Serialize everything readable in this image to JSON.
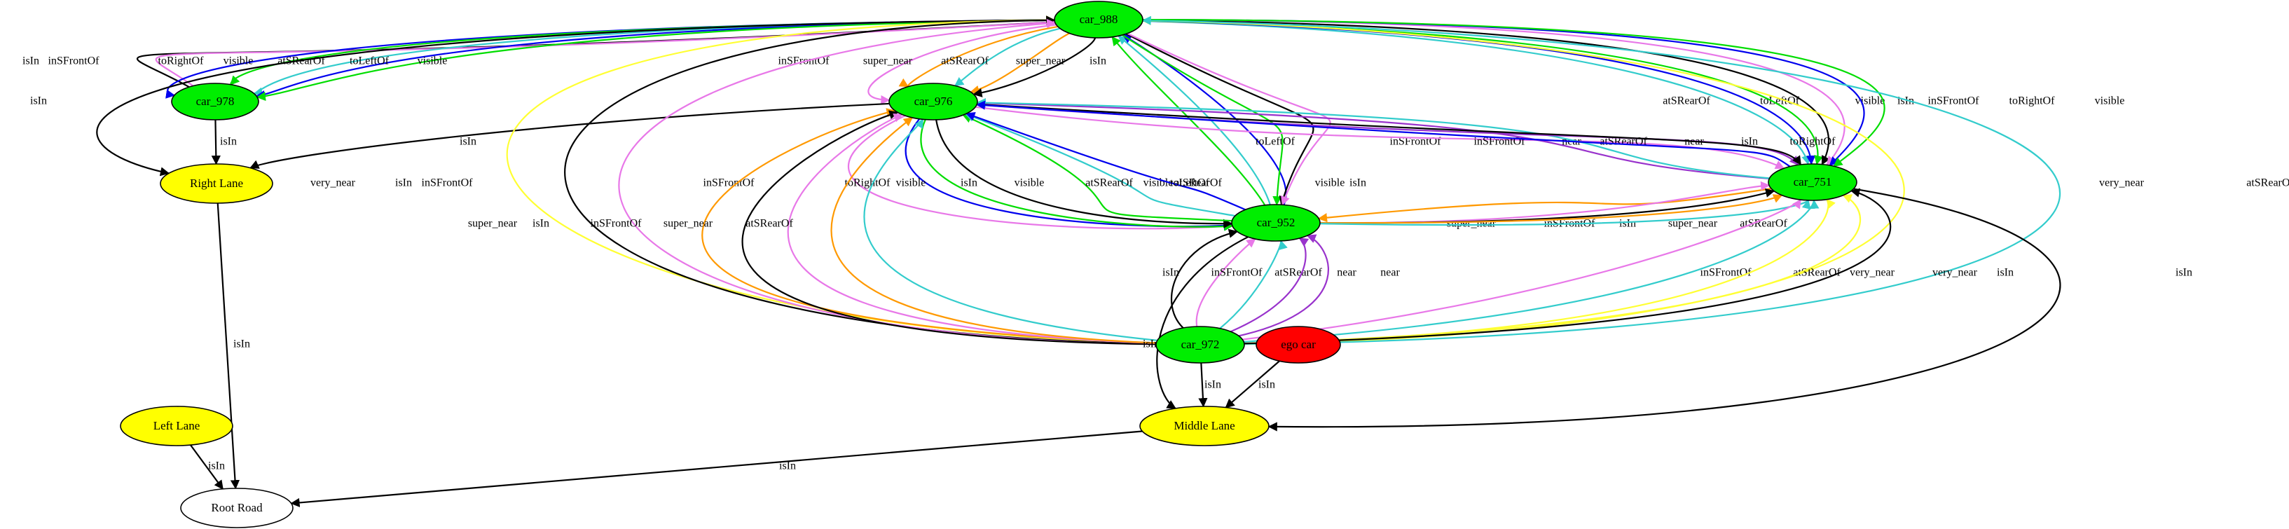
{
  "graph": {
    "colors": {
      "isIn": "#000000",
      "visible": "#00dd00",
      "toLeftOf": "#0000ee",
      "toRightOf": "#0000ee",
      "inSFrontOf": "#e878e8",
      "atSRearOf": "#33cccc",
      "super_near": "#ff9900",
      "near": "#9933cc",
      "very_near": "#ffff33"
    },
    "nodes": [
      {
        "id": "car_988",
        "label": "car_988",
        "fill": "#00ee00"
      },
      {
        "id": "car_978",
        "label": "car_978",
        "fill": "#00ee00"
      },
      {
        "id": "car_976",
        "label": "car_976",
        "fill": "#00ee00"
      },
      {
        "id": "car_751",
        "label": "car_751",
        "fill": "#00ee00"
      },
      {
        "id": "car_952",
        "label": "car_952",
        "fill": "#00ee00"
      },
      {
        "id": "car_972",
        "label": "car_972",
        "fill": "#00ee00"
      },
      {
        "id": "ego_car",
        "label": "ego car",
        "fill": "#ff0000"
      },
      {
        "id": "right_lane",
        "label": "Right Lane",
        "fill": "#ffff00"
      },
      {
        "id": "left_lane",
        "label": "Left Lane",
        "fill": "#ffff00"
      },
      {
        "id": "middle_lane",
        "label": "Middle Lane",
        "fill": "#ffff00"
      },
      {
        "id": "root_road",
        "label": "Root Road",
        "fill": "#ffffff"
      }
    ],
    "edges": [
      {
        "source": "car_978",
        "target": "car_988",
        "label": "isIn"
      },
      {
        "source": "car_978",
        "target": "car_988",
        "label": "inSFrontOf"
      },
      {
        "source": "car_988",
        "target": "car_978",
        "label": "toRightOf"
      },
      {
        "source": "car_988",
        "target": "car_978",
        "label": "visible"
      },
      {
        "source": "car_988",
        "target": "car_978",
        "label": "atSRearOf"
      },
      {
        "source": "car_988",
        "target": "car_978",
        "label": "toLeftOf"
      },
      {
        "source": "car_988",
        "target": "car_978",
        "label": "visible"
      },
      {
        "source": "car_988",
        "target": "right_lane",
        "label": "isIn"
      },
      {
        "source": "car_978",
        "target": "right_lane",
        "label": "isIn"
      },
      {
        "source": "car_988",
        "target": "car_976",
        "label": "inSFrontOf"
      },
      {
        "source": "car_988",
        "target": "car_976",
        "label": "super_near"
      },
      {
        "source": "car_988",
        "target": "car_976",
        "label": "atSRearOf"
      },
      {
        "source": "car_988",
        "target": "car_976",
        "label": "super_near"
      },
      {
        "source": "car_988",
        "target": "car_976",
        "label": "isIn"
      },
      {
        "source": "car_976",
        "target": "right_lane",
        "label": "isIn"
      },
      {
        "source": "car_988",
        "target": "car_751",
        "label": "atSRearOf"
      },
      {
        "source": "car_988",
        "target": "car_751",
        "label": "toLeftOf"
      },
      {
        "source": "car_988",
        "target": "car_751",
        "label": "visible"
      },
      {
        "source": "car_988",
        "target": "car_751",
        "label": "isIn"
      },
      {
        "source": "car_988",
        "target": "car_751",
        "label": "inSFrontOf"
      },
      {
        "source": "car_988",
        "target": "car_751",
        "label": "toRightOf"
      },
      {
        "source": "car_988",
        "target": "car_751",
        "label": "visible"
      },
      {
        "source": "car_952",
        "target": "car_988",
        "label": "visible"
      },
      {
        "source": "car_952",
        "target": "car_988",
        "label": "atSRearOf"
      },
      {
        "source": "car_952",
        "target": "car_988",
        "label": "toLeftOf"
      },
      {
        "source": "car_988",
        "target": "car_952",
        "label": "visible"
      },
      {
        "source": "car_988",
        "target": "car_952",
        "label": "isIn"
      },
      {
        "source": "car_988",
        "target": "car_952",
        "label": "inSFrontOf"
      },
      {
        "source": "car_972",
        "target": "car_988",
        "label": "very_near"
      },
      {
        "source": "car_972",
        "target": "car_988",
        "label": "isIn"
      },
      {
        "source": "car_972",
        "target": "car_988",
        "label": "inSFrontOf"
      },
      {
        "source": "car_972",
        "target": "car_988",
        "label": "very_near"
      },
      {
        "source": "car_972",
        "target": "car_988",
        "label": "atSRearOf"
      },
      {
        "source": "car_976",
        "target": "car_751",
        "label": "inSFrontOf"
      },
      {
        "source": "car_751",
        "target": "car_976",
        "label": "near"
      },
      {
        "source": "car_751",
        "target": "car_976",
        "label": "atSRearOf"
      },
      {
        "source": "car_976",
        "target": "car_751",
        "label": "near"
      },
      {
        "source": "car_976",
        "target": "car_751",
        "label": "isIn"
      },
      {
        "source": "car_751",
        "target": "car_976",
        "label": "toRightOf"
      },
      {
        "source": "car_976",
        "target": "car_952",
        "label": "inSFrontOf"
      },
      {
        "source": "car_976",
        "target": "car_952",
        "label": "toRightOf"
      },
      {
        "source": "car_976",
        "target": "car_952",
        "label": "visible"
      },
      {
        "source": "car_976",
        "target": "car_952",
        "label": "isIn"
      },
      {
        "source": "car_952",
        "target": "car_976",
        "label": "visible"
      },
      {
        "source": "car_952",
        "target": "car_976",
        "label": "atSRearOf"
      },
      {
        "source": "car_952",
        "target": "car_976",
        "label": "toLeftOf"
      },
      {
        "source": "car_972",
        "target": "car_976",
        "label": "super_near"
      },
      {
        "source": "car_972",
        "target": "car_976",
        "label": "isIn"
      },
      {
        "source": "car_972",
        "target": "car_976",
        "label": "inSFrontOf"
      },
      {
        "source": "car_972",
        "target": "car_976",
        "label": "super_near"
      },
      {
        "source": "car_972",
        "target": "car_976",
        "label": "atSRearOf"
      },
      {
        "source": "car_751",
        "target": "car_952",
        "label": "super_near"
      },
      {
        "source": "car_952",
        "target": "car_751",
        "label": "inSFrontOf"
      },
      {
        "source": "car_952",
        "target": "car_751",
        "label": "isIn"
      },
      {
        "source": "car_952",
        "target": "car_751",
        "label": "super_near"
      },
      {
        "source": "car_952",
        "target": "car_751",
        "label": "atSRearOf"
      },
      {
        "source": "car_972",
        "target": "car_751",
        "label": "inSFrontOf"
      },
      {
        "source": "car_972",
        "target": "car_751",
        "label": "atSRearOf"
      },
      {
        "source": "car_972",
        "target": "car_751",
        "label": "very_near"
      },
      {
        "source": "car_972",
        "target": "car_751",
        "label": "very_near"
      },
      {
        "source": "car_972",
        "target": "car_751",
        "label": "isIn"
      },
      {
        "source": "car_751",
        "target": "middle_lane",
        "label": "isIn"
      },
      {
        "source": "car_972",
        "target": "car_952",
        "label": "isIn"
      },
      {
        "source": "car_972",
        "target": "car_952",
        "label": "inSFrontOf"
      },
      {
        "source": "car_972",
        "target": "car_952",
        "label": "atSRearOf"
      },
      {
        "source": "car_972",
        "target": "car_952",
        "label": "near"
      },
      {
        "source": "car_972",
        "target": "car_952",
        "label": "near"
      },
      {
        "source": "car_952",
        "target": "middle_lane",
        "label": "isIn"
      },
      {
        "source": "car_972",
        "target": "middle_lane",
        "label": "isIn"
      },
      {
        "source": "ego_car",
        "target": "middle_lane",
        "label": "isIn"
      },
      {
        "source": "right_lane",
        "target": "root_road",
        "label": "isIn"
      },
      {
        "source": "left_lane",
        "target": "root_road",
        "label": "isIn"
      },
      {
        "source": "middle_lane",
        "target": "root_road",
        "label": "isIn"
      }
    ]
  }
}
